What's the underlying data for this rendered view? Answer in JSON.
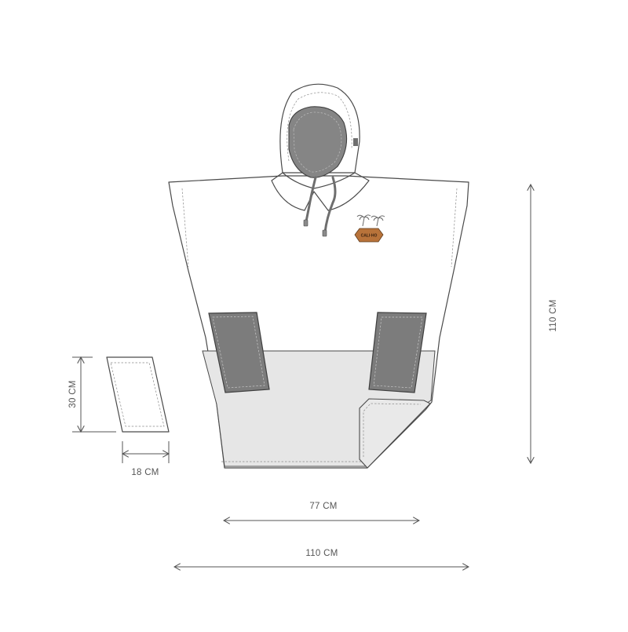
{
  "diagram": {
    "colors": {
      "outline": "#4a4a4a",
      "body_fill": "#ffffff",
      "lower_panel_fill": "#e6e6e6",
      "pocket_fill": "#7a7a7a",
      "hood_lining_fill": "#858585",
      "drawcord": "#6e6e6e",
      "logo_patch": "#b8733a",
      "dimension_line": "#555555"
    },
    "logo": {
      "text": "CALI·HO",
      "icon": "palm-trees-icon"
    },
    "dimensions": {
      "pocket_height": "30 CM",
      "pocket_width": "18 CM",
      "body_length": "110 CM",
      "hem_width": "77 CM",
      "total_width": "110 CM"
    }
  }
}
